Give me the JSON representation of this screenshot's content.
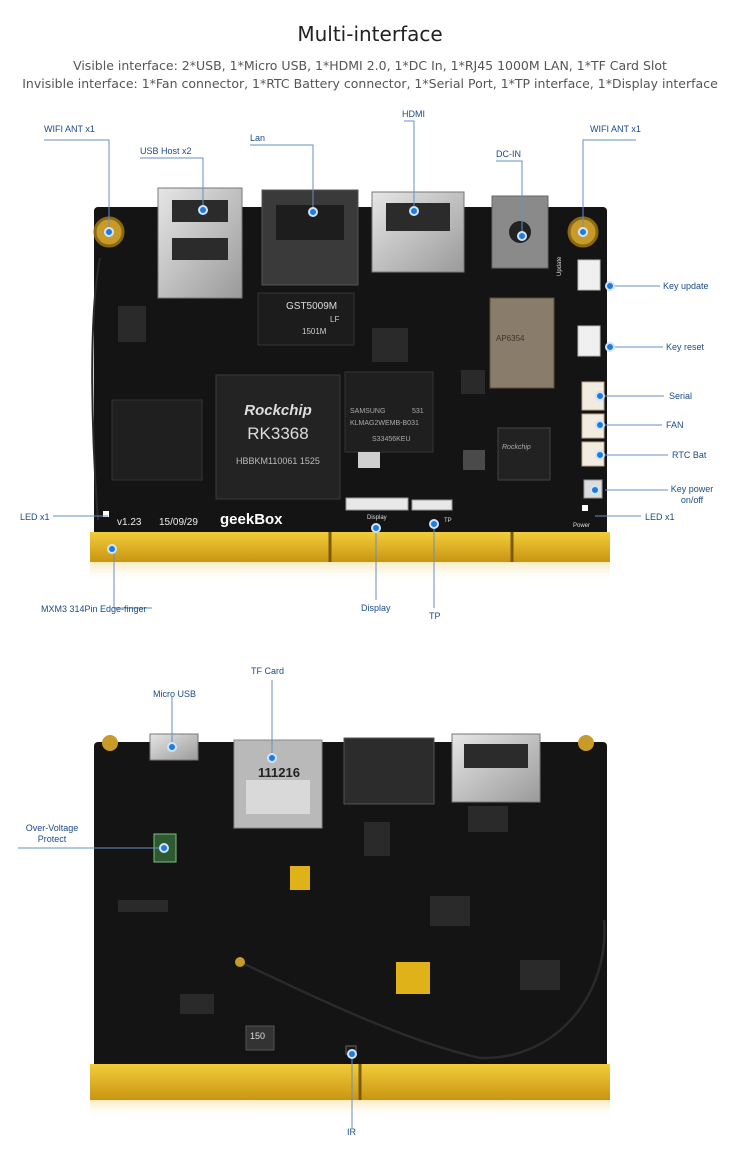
{
  "header": {
    "title": "Multi-interface",
    "visible_line": "Visible interface: 2*USB, 1*Micro USB, 1*HDMI 2.0, 1*DC In, 1*RJ45 1000M LAN, 1*TF Card Slot",
    "invisible_line": "Invisible interface: 1*Fan connector, 1*RTC Battery connector, 1*Serial Port, 1*TP interface, 1*Display interface"
  },
  "top_labels": {
    "wifi_left": "WIFI ANT x1",
    "usb_host": "USB Host x2",
    "lan": "Lan",
    "hdmi": "HDMI",
    "dcin": "DC-IN",
    "wifi_right": "WIFI ANT x1",
    "key_update": "Key update",
    "key_reset": "Key reset",
    "serial": "Serial",
    "fan": "FAN",
    "rtc": "RTC Bat",
    "key_power": "Key power on/off",
    "led_left": "LED x1",
    "led_right": "LED x1",
    "mxm": "MXM3 314Pin Edge-finger",
    "display": "Display",
    "tp": "TP"
  },
  "bottom_labels": {
    "micro_usb": "Micro USB",
    "tf_card": "TF Card",
    "over_voltage": "Over-Voltage Protect",
    "ir": "IR"
  },
  "board_text": {
    "soc_brand": "Rockchip",
    "soc_model": "RK3368",
    "soc_code": "HBBKM110061 1525",
    "lan_chip": "GST5009M",
    "lan_chip_lf": "LF",
    "lan_chip_code": "1501M",
    "emmc_brand": "SAMSUNG",
    "emmc_code": "KLMAG2WEMB-B031",
    "emmc_num": "531",
    "emmc_code2": "S33456KEU",
    "wifi_module": "AP6354",
    "version": "v1.23",
    "date": "15/09/29",
    "brand": "geekBox",
    "silk_display": "Display",
    "silk_tp": "TP",
    "silk_power": "Power",
    "silk_update": "Update",
    "tf_number": "111216",
    "inductor": "150",
    "pmic_brand": "Rockchip"
  },
  "colors": {
    "pcb": "#141414",
    "gold": "#e0b21a",
    "accent_dot": "#1e7be0",
    "label_text": "#1a4a8a",
    "leader_line": "#6a8fc0"
  }
}
